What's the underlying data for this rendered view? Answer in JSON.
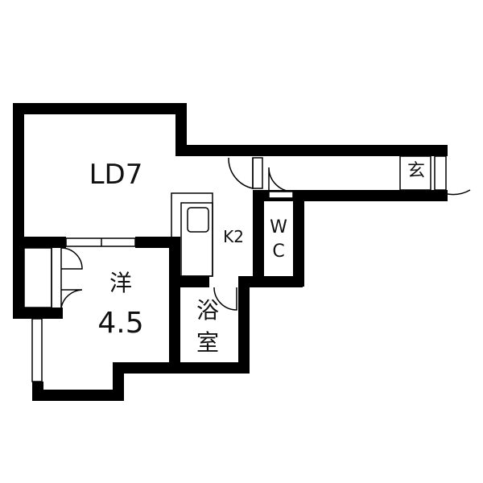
{
  "floorplan": {
    "rooms": [
      {
        "id": "ld",
        "label": "LD7"
      },
      {
        "id": "kitchen",
        "label": "K2"
      },
      {
        "id": "wc",
        "label_line1": "W",
        "label_line2": "C"
      },
      {
        "id": "entrance",
        "label": "玄"
      },
      {
        "id": "western-room",
        "label_line1": "洋",
        "label_line2": "4.5"
      },
      {
        "id": "bathroom",
        "label_line1": "浴",
        "label_line2": "室"
      }
    ],
    "colors": {
      "wall": "#000000",
      "background": "#ffffff"
    }
  }
}
